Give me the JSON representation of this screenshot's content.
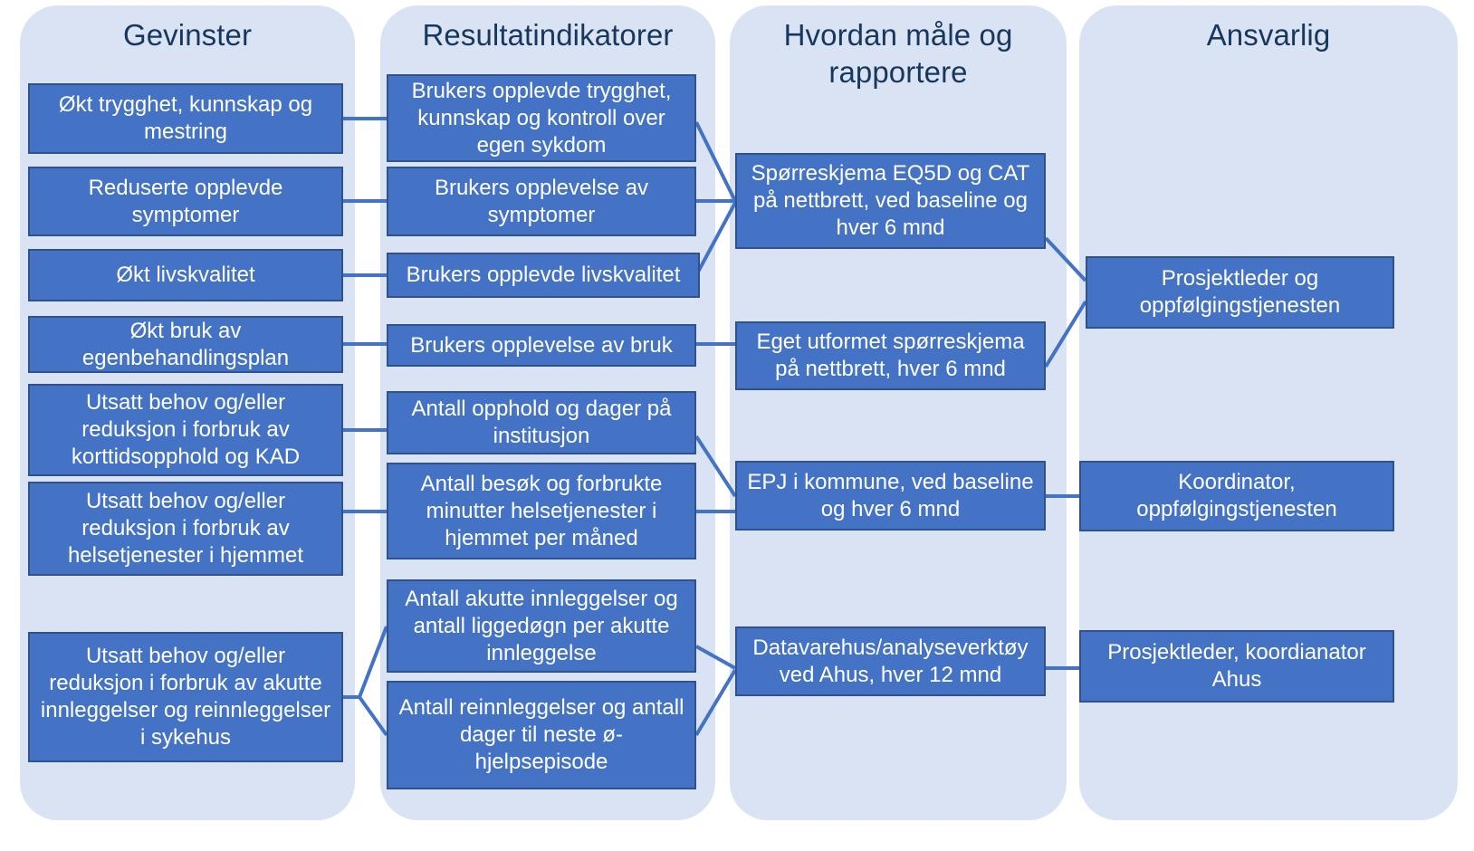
{
  "columns": [
    {
      "id": "gevinster",
      "title": "Gevinster",
      "nodes": [
        {
          "label": "Økt trygghet, kunnskap og mestring"
        },
        {
          "label": "Reduserte opplevde symptomer"
        },
        {
          "label": "Økt livskvalitet"
        },
        {
          "label": "Økt bruk av egenbehandlingsplan"
        },
        {
          "label": "Utsatt behov og/eller reduksjon i forbruk av korttidsopphold og KAD"
        },
        {
          "label": "Utsatt behov og/eller reduksjon i forbruk av helsetjenester i hjemmet"
        },
        {
          "label": "Utsatt behov og/eller reduksjon i forbruk av akutte innleggelser og reinnleggelser i sykehus"
        }
      ]
    },
    {
      "id": "resultatindikatorer",
      "title": "Resultatindikatorer",
      "nodes": [
        {
          "label": "Brukers opplevde trygghet, kunnskap og kontroll over egen sykdom"
        },
        {
          "label": "Brukers opplevelse av symptomer"
        },
        {
          "label": "Brukers opplevde livskvalitet"
        },
        {
          "label": "Brukers opplevelse av bruk"
        },
        {
          "label": "Antall opphold og dager på institusjon"
        },
        {
          "label": "Antall besøk og forbrukte minutter helsetjenester i hjemmet per måned"
        },
        {
          "label": "Antall akutte innleggelser og antall liggedøgn per akutte innleggelse"
        },
        {
          "label": "Antall reinnleggelser og antall dager til neste ø-hjelpsepisode"
        }
      ]
    },
    {
      "id": "hvordan-male-og-rapportere",
      "title": "Hvordan måle og rapportere",
      "nodes": [
        {
          "label": "Spørreskjema EQ5D og CAT på nettbrett, ved baseline og hver 6 mnd"
        },
        {
          "label": "Eget utformet spørreskjema på nettbrett, hver 6 mnd"
        },
        {
          "label": "EPJ i kommune, ved baseline og hver 6 mnd"
        },
        {
          "label": "Datavarehus/analyseverktøy ved Ahus, hver 12 mnd"
        }
      ]
    },
    {
      "id": "ansvarlig",
      "title": "Ansvarlig",
      "nodes": [
        {
          "label": "Prosjektleder og oppfølgingstjenesten"
        },
        {
          "label": "Koordinator, oppfølgingstjenesten"
        },
        {
          "label": "Prosjektleder, koordianator Ahus"
        }
      ]
    }
  ],
  "colors": {
    "panel_background": "#DAE3F3",
    "node_fill": "#4472C4",
    "node_border": "#2F528F",
    "node_text": "#FFFFFF",
    "title_text": "#17375E",
    "connector": "#4472C4"
  }
}
